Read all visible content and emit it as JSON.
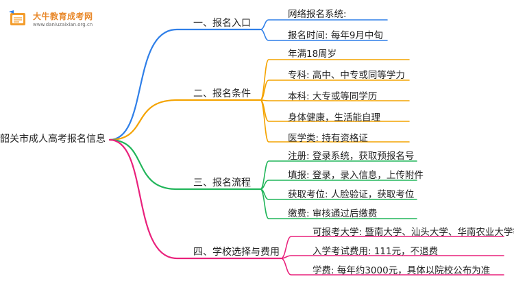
{
  "logo": {
    "name": "大牛教育成考网",
    "url": "www.daniuzaixian.org.cn"
  },
  "colors": {
    "blue": "#2f7fe8",
    "orange": "#f4a300",
    "green": "#21b55a",
    "pink": "#e9217c"
  },
  "root": "韶关市成人高考报名信息",
  "branches": [
    {
      "label": "一、报名入口",
      "leaves": [
        "网络报名系统:",
        "报名时间: 每年9月中旬"
      ]
    },
    {
      "label": "二、报名条件",
      "leaves": [
        "年满18周岁",
        "专科: 高中、中专或同等学力",
        "本科: 大专或等同学历",
        "身体健康，生活能自理",
        "医学类: 持有资格证"
      ]
    },
    {
      "label": "三、报名流程",
      "leaves": [
        "注册: 登录系统，获取预报名号",
        "填报: 登录，录入信息，上传附件",
        "获取考位: 人脸验证，获取考位",
        "缴费: 审核通过后缴费"
      ]
    },
    {
      "label": "四、学校选择与费用",
      "leaves": [
        "可报考大学: 暨南大学、汕头大学、华南农业大学等",
        "入学考试费用: 111元，不退费",
        "学费: 每年约3000元，具体以院校公布为准"
      ]
    }
  ]
}
